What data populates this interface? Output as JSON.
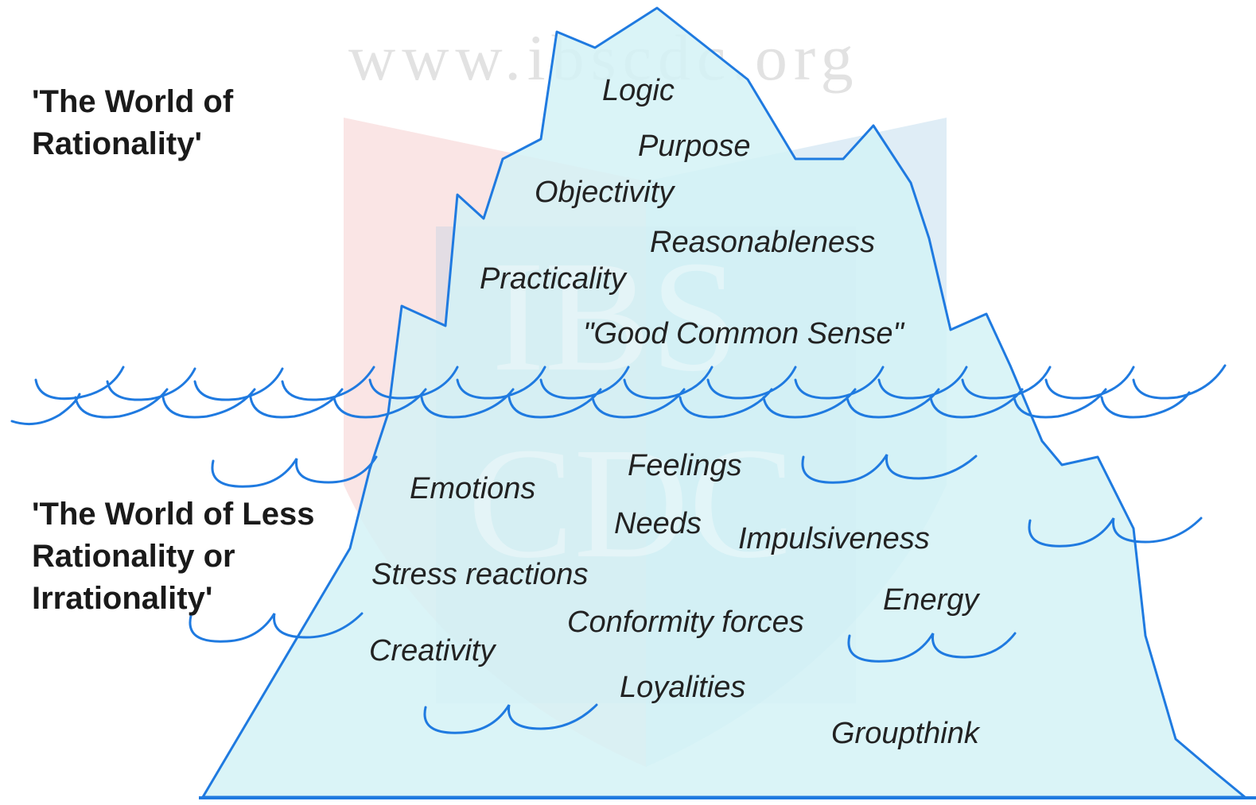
{
  "watermark": {
    "url": "www.ibscdc.org",
    "mark_top": "IBS",
    "mark_bottom": "CDC"
  },
  "labels": {
    "rational": [
      "'The World of",
      "Rationality'"
    ],
    "irrational": [
      "'The World of Less",
      "Rationality or",
      "Irrationality'"
    ]
  },
  "above_water": [
    "Logic",
    "Purpose",
    "Objectivity",
    "Reasonableness",
    "Practicality",
    "\"Good Common Sense\""
  ],
  "below_water": [
    "Emotions",
    "Feelings",
    "Needs",
    "Impulsiveness",
    "Stress reactions",
    "Energy",
    "Conformity forces",
    "Creativity",
    "Loyalities",
    "Groupthink"
  ],
  "colors": {
    "ice": "#d3f2f6",
    "outline": "#1f7ae0",
    "text": "#222222",
    "watermark_red": "#f6cfd0",
    "watermark_blue": "#b9d6ec"
  }
}
